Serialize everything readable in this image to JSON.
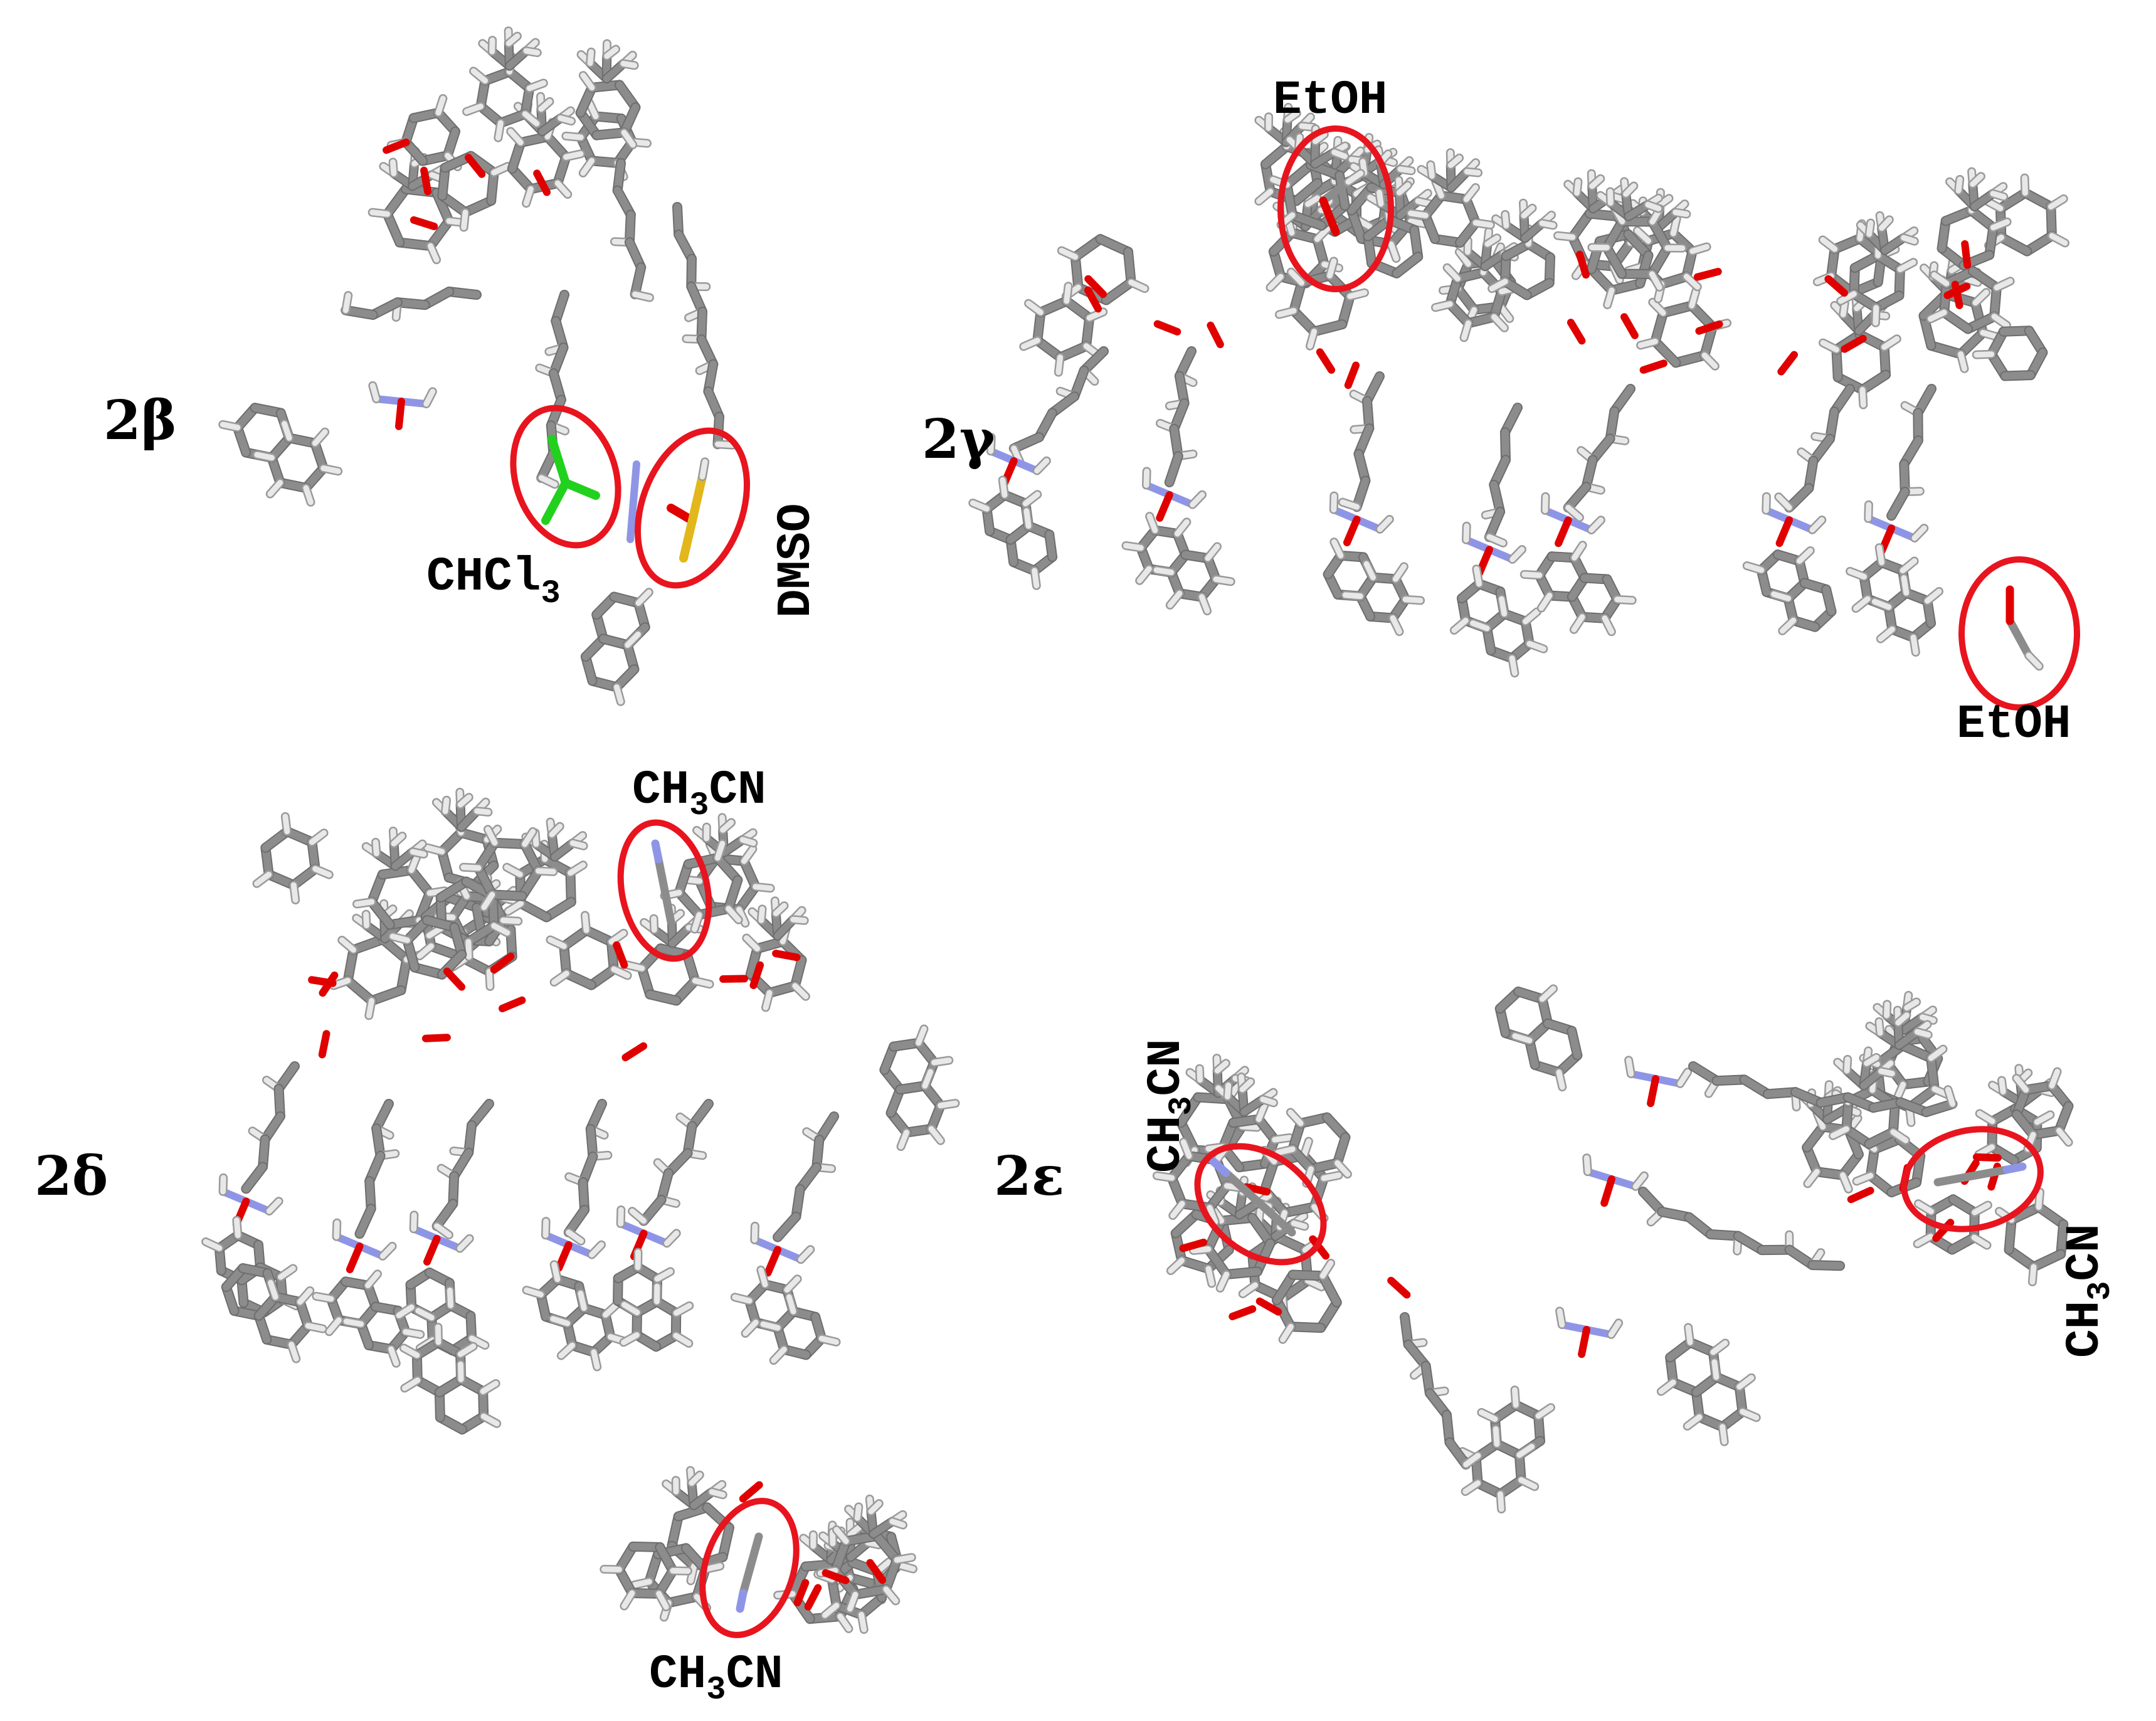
{
  "figure": {
    "background": "#ffffff",
    "colors": {
      "carbon": "#8c8c8c",
      "carbon_dark": "#6e6e6e",
      "hydrogen": "#e8e8e8",
      "hydrogen_edge": "#9a9a9a",
      "oxygen": "#e00000",
      "nitrogen": "#8f95e6",
      "chlorine": "#22d11e",
      "sulfur": "#e2b71b",
      "highlight": "#e8141e"
    },
    "panels": [
      {
        "id": "2beta",
        "label": "2β",
        "solvents": [
          {
            "id": "chcl3",
            "text": "CHCl",
            "sub": "3",
            "molecule": "chcl3"
          },
          {
            "id": "dmso",
            "text": "DMSO",
            "sub": "",
            "molecule": "dmso"
          }
        ]
      },
      {
        "id": "2gamma",
        "label": "2γ",
        "solvents": [
          {
            "id": "etoh-top",
            "text": "EtOH",
            "sub": "",
            "molecule": "etoh"
          },
          {
            "id": "etoh-right",
            "text": "EtOH",
            "sub": "",
            "molecule": "etoh"
          }
        ]
      },
      {
        "id": "2delta",
        "label": "2δ",
        "solvents": [
          {
            "id": "mecn-top",
            "text": "CH",
            "sub": "3",
            "tail": "CN",
            "molecule": "ch3cn"
          },
          {
            "id": "mecn-bottom",
            "text": "CH",
            "sub": "3",
            "tail": "CN",
            "molecule": "ch3cn"
          }
        ]
      },
      {
        "id": "2epsilon",
        "label": "2ε",
        "solvents": [
          {
            "id": "mecn-left",
            "text": "CH",
            "sub": "3",
            "tail": "CN",
            "molecule": "ch3cn"
          },
          {
            "id": "mecn-right",
            "text": "CH",
            "sub": "3",
            "tail": "CN",
            "molecule": "ch3cn"
          }
        ]
      }
    ]
  }
}
